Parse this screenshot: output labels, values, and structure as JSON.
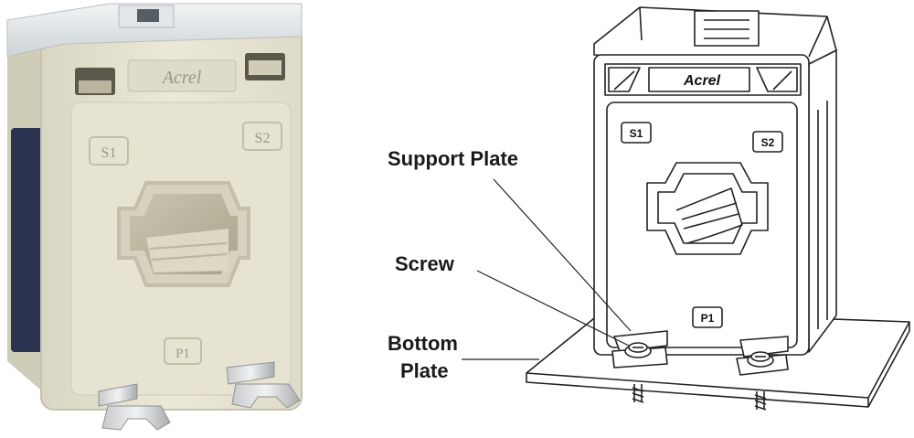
{
  "photo": {
    "brand": "Acrel",
    "terminal_s1": "S1",
    "terminal_s2": "S2",
    "terminal_p1": "P1",
    "colors": {
      "body": "#e9e6d4",
      "face": "#dcdac6",
      "side_label": "#2b3350",
      "cover": "#dfe3e6"
    }
  },
  "drawing": {
    "brand": "Acrel",
    "terminal_s1": "S1",
    "terminal_s2": "S2",
    "terminal_p1": "P1",
    "labels": {
      "support_plate": "Support Plate",
      "screw": "Screw",
      "bottom_plate_line1": "Bottom",
      "bottom_plate_line2": "Plate"
    }
  }
}
